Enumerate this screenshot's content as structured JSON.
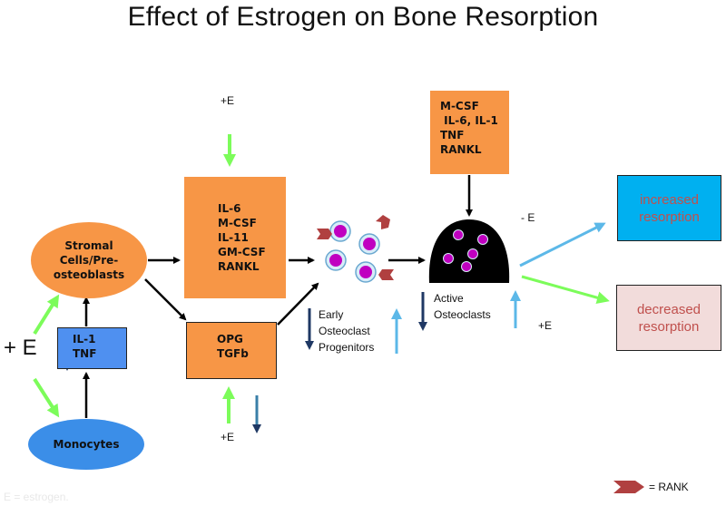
{
  "title": "Effect of Estrogen on  Bone Resorption",
  "colors": {
    "orange": "#F79646",
    "blue_box": "#4F90F0",
    "monocyte_blue": "#3B8EE8",
    "increased_fill": "#00B0F0",
    "decreased_fill": "#F2DCDB",
    "outcome_text": "#C0504D",
    "arrow_green": "#7CFC5A",
    "arrow_light_blue": "#5CB8E8",
    "arrow_dark_blue": "#1F3864",
    "osteoclast": "#000000",
    "cell_purple": "#C000C0",
    "rank_red": "#B04040"
  },
  "nodes": {
    "stromal": "Stromal\nCells/Pre-\nosteoblasts",
    "monocytes": "Monocytes",
    "il1_tnf": "IL-1\nTNF",
    "cytokines": "IL-6\nM-CSF\nIL-11\nGM-CSF\nRANKL",
    "opg": "OPG\nTGFb",
    "top_cytokines": "M-CSF\n IL-6, IL-1\nTNF\nRANKL",
    "increased": "increased\nresorption",
    "decreased": "decreased\nresorption"
  },
  "labels": {
    "plus_e_big": "+ E",
    "plus_e_top": "+E",
    "plus_e_bottom": "+E",
    "plus_e_right": "+E",
    "minus_e": "- E",
    "early_progenitors": "Early\nOsteoclast\nProgenitors",
    "active_osteoclasts": "Active\nOsteoclasts",
    "footnote": "E = estrogen.",
    "rank_legend": "= RANK"
  }
}
